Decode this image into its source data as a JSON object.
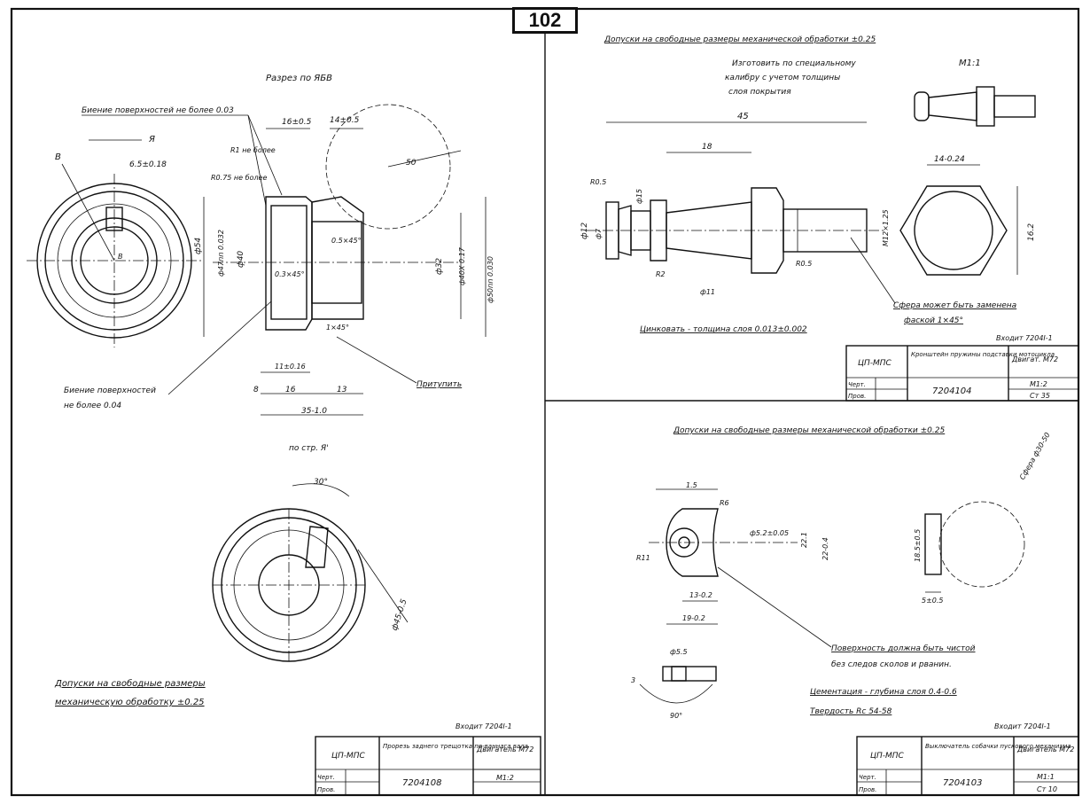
{
  "page_number": "102",
  "left": {
    "section_title": "Разрез по ЯБВ",
    "runout_note_top": "Биение поверхностей не более 0.03",
    "runout_note_bottom_1": "Биение поверхностей",
    "runout_note_bottom_2": "не более 0.04",
    "blunt_note": "Притупить",
    "view_label": "по стр. Я'",
    "tol_line_1": "Допуски на свободные размеры",
    "tol_line_2": "механическую обработку ±0.25",
    "r1": "R1 не более",
    "r075": "R0.75 не более",
    "dims": {
      "d54": "ф54",
      "d47": "ф47пп 0.032",
      "d40": "ф40",
      "d32": "ф32",
      "d40x": "ф40X 0.17",
      "d50": "ф50пп 0.030",
      "l16": "16±0.5",
      "l14": "14±0.5",
      "l11": "11±0.16",
      "l16b": "16",
      "l13": "13",
      "l35": "35-1.0",
      "l8": "8",
      "r50": "50",
      "c065": "6.5±0.18",
      "a30": "30°",
      "d645": "ф45-0.5",
      "ch05": "0.5×45°",
      "ch03": "0.3×45°",
      "ch1": "1×45°"
    },
    "title_block": {
      "org": "ЦП-МПС",
      "name": "Прорезь заднего трещотка пе-ваннага вала",
      "product": "Двигатель М72",
      "scale": "М1:2",
      "number": "7204108",
      "row1": "Черт.",
      "row2": "Пров."
    },
    "entry": "Входит 7204I-1"
  },
  "top_right": {
    "tol_title": "Допуски на свободные размеры механической обработки ±0.25",
    "note_make_1": "Изготовить по специальному",
    "note_make_2": "калибру с учетом толщины",
    "note_make_3": "слоя покрытия",
    "scale_label": "М1:1",
    "dims": {
      "l45": "45",
      "l18": "18",
      "d12": "ф12",
      "d7": "ф7",
      "d15": "ф15",
      "d11": "ф11",
      "m16": "М12×1.25",
      "s14": "14-0.24",
      "h162": "16.2",
      "r05": "R0.5",
      "r2": "R2",
      "r05b": "R0.5"
    },
    "note_chamfer_1": "Сфера может быть заменена",
    "note_chamfer_2": "фаской 1×45°",
    "zinc_note": "Цинковать - толщина слоя 0.013±0.002",
    "entry": "Входит 7204I-1",
    "title_block": {
      "org": "ЦП-МПС",
      "name": "Кронштейн пружины подставки мотоцикла",
      "product": "Двигат. М72",
      "scale": "М1:2",
      "number": "7204104",
      "sheet": "Ст 35",
      "row1": "Черт.",
      "row2": "Пров."
    }
  },
  "bottom_right": {
    "tol_title": "Допуски на свободные размеры механической обработки ±0.25",
    "dims": {
      "l15": "1.5",
      "r6": "R6",
      "d52": "ф5.2±0.05",
      "l221": "22.1",
      "l22": "22-0.4",
      "l13": "13-0.2",
      "l19": "19-0.2",
      "r11": "R11",
      "d55": "ф5.5",
      "a90": "90°",
      "l3": "3",
      "l5": "5±0.5",
      "l185": "18.5±0.5",
      "sphere": "Сфера ф30-50"
    },
    "surface_note_1": "Поверхность должна быть чистой",
    "surface_note_2": "без следов сколов и рванин.",
    "carb_note": "Цементация - глубина слоя 0.4-0.6",
    "hard_note": "Твердость Rc 54-58",
    "entry": "Входит 7204I-1",
    "title_block": {
      "org": "ЦП-МПС",
      "name": "Выключатель собачки пускового механизма",
      "product": "Двигатель М72",
      "scale": "М1:1",
      "number": "7204103",
      "sheet": "Ст 10",
      "row1": "Черт.",
      "row2": "Пров."
    }
  }
}
